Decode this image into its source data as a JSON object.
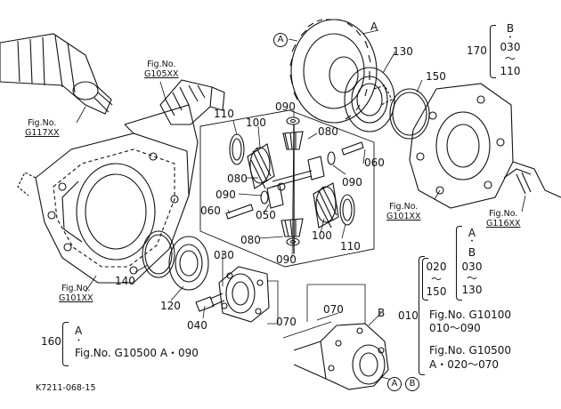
{
  "diagram_code": "K7211-068-15",
  "part_labels": {
    "p130": "130",
    "p150": "150",
    "p110a": "110",
    "p100a": "100",
    "p090a": "090",
    "p080a": "080",
    "p060a": "060",
    "p090b": "090",
    "p080b": "080",
    "p090c": "090",
    "p060b": "060",
    "p050": "050",
    "p080c": "080",
    "p100b": "100",
    "p110b": "110",
    "p090d": "090",
    "p030": "030",
    "p140": "140",
    "p120": "120",
    "p040": "040",
    "p070a": "070",
    "p070b": "070",
    "p010": "010"
  },
  "markers": {
    "a1": "A",
    "a2": "A",
    "b1": "B",
    "a_letter": "A",
    "b_letter": "B"
  },
  "fig_refs": {
    "g105": {
      "line1": "Fig.No.",
      "line2": "G105XX"
    },
    "g117": {
      "line1": "Fig.No.",
      "line2": "G117XX"
    },
    "g101a": {
      "line1": "Fig.No.",
      "line2": "G101XX"
    },
    "g101b": {
      "line1": "Fig.No.",
      "line2": "G101XX"
    },
    "g116": {
      "line1": "Fig.No.",
      "line2": "G116XX"
    }
  },
  "notes": {
    "n170": {
      "num": "170",
      "l1": "B",
      "l2": "・",
      "l3": "030",
      "l4": "〜",
      "l5": "110"
    },
    "nab": {
      "l1": "A",
      "l2": "・",
      "l3": "B",
      "l4": "030",
      "l5": "〜",
      "l6": "130"
    },
    "n020": {
      "l1": "020",
      "l2": "〜",
      "l3": "150"
    },
    "n010": {
      "num": "010",
      "l1": "Fig.No.  G10100",
      "l2": "010〜090",
      "l3": "Fig.No.  G10500",
      "l4": "A・020〜070"
    },
    "n160": {
      "num": "160",
      "l1": "A",
      "l2": "・",
      "l3": "Fig.No.  G10500  A・090"
    }
  }
}
